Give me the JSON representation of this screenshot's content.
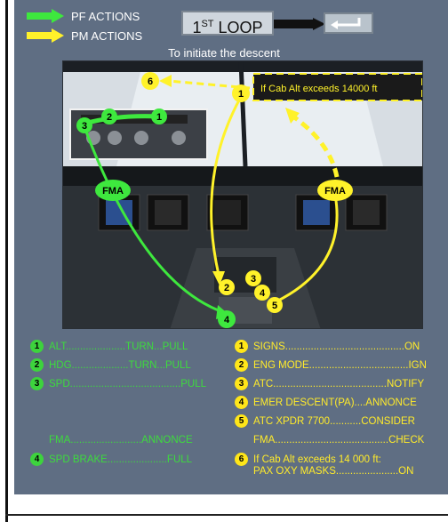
{
  "legend": {
    "pf_label": "PF ACTIONS",
    "pm_label": "PM ACTIONS",
    "pf_color": "#3ee83e",
    "pm_color": "#fff22a"
  },
  "header": {
    "loop_prefix": "1",
    "loop_sup": "ST",
    "loop_suffix": " LOOP",
    "subtitle": "To initiate the descent"
  },
  "diagram": {
    "callout": "If Cab Alt exceeds 14000 ft",
    "fma_left": "FMA",
    "fma_right": "FMA",
    "markers": [
      "1",
      "2",
      "3",
      "4",
      "5",
      "6"
    ]
  },
  "pf_items": [
    {
      "num": "1",
      "text": "ALT.....................TURN...PULL"
    },
    {
      "num": "2",
      "text": "HDG....................TURN...PULL"
    },
    {
      "num": "3",
      "text": "SPD.......................................PULL"
    },
    {
      "num": "",
      "text": "FMA.........................ANNONCE"
    },
    {
      "num": "4",
      "text": "SPD BRAKE.....................FULL"
    }
  ],
  "pm_items": [
    {
      "num": "1",
      "text": "SIGNS..........................................ON"
    },
    {
      "num": "2",
      "text": "ENG MODE...................................IGN"
    },
    {
      "num": "3",
      "text": "ATC........................................NOTIFY"
    },
    {
      "num": "4",
      "text": "EMER DESCENT(PA)....ANNONCE"
    },
    {
      "num": "5",
      "text": "ATC XPDR 7700...........CONSIDER"
    },
    {
      "num": "",
      "text": "FMA........................................CHECK"
    },
    {
      "num": "6",
      "text": "If Cab Alt exceeds 14 000 ft:"
    },
    {
      "num": "",
      "text": "PAX OXY MASKS......................ON"
    }
  ]
}
